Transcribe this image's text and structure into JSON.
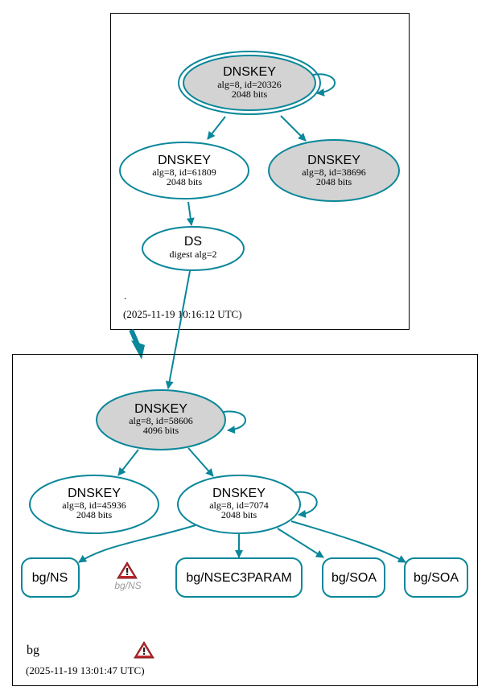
{
  "colors": {
    "edge": "#0a879a",
    "node_fill_ksk": "#d3d3d3",
    "node_fill_plain": "#ffffff",
    "cluster_border": "#000000",
    "warning_red": "#c0282d",
    "warning_label": "#9a9a9a"
  },
  "root_zone": {
    "name": ".",
    "timestamp": "(2025-11-19 10:16:12 UTC)",
    "nodes": {
      "ksk": {
        "title": "DNSKEY",
        "line1": "alg=8, id=20326",
        "line2": "2048 bits"
      },
      "zsk1": {
        "title": "DNSKEY",
        "line1": "alg=8, id=61809",
        "line2": "2048 bits"
      },
      "zsk2": {
        "title": "DNSKEY",
        "line1": "alg=8, id=38696",
        "line2": "2048 bits"
      },
      "ds": {
        "title": "DS",
        "line1": "digest alg=2"
      }
    }
  },
  "bg_zone": {
    "name": "bg",
    "timestamp": "(2025-11-19 13:01:47 UTC)",
    "nodes": {
      "ksk": {
        "title": "DNSKEY",
        "line1": "alg=8, id=58606",
        "line2": "4096 bits"
      },
      "zsk1": {
        "title": "DNSKEY",
        "line1": "alg=8, id=45936",
        "line2": "2048 bits"
      },
      "zsk2": {
        "title": "DNSKEY",
        "line1": "alg=8, id=7074",
        "line2": "2048 bits"
      }
    },
    "rrsets": {
      "ns": "bg/NS",
      "nsec3param": "bg/NSEC3PARAM",
      "soa1": "bg/SOA",
      "soa2": "bg/SOA"
    },
    "ns_warning_label": "bg/NS",
    "warning_icon": "warning-triangle-icon"
  }
}
